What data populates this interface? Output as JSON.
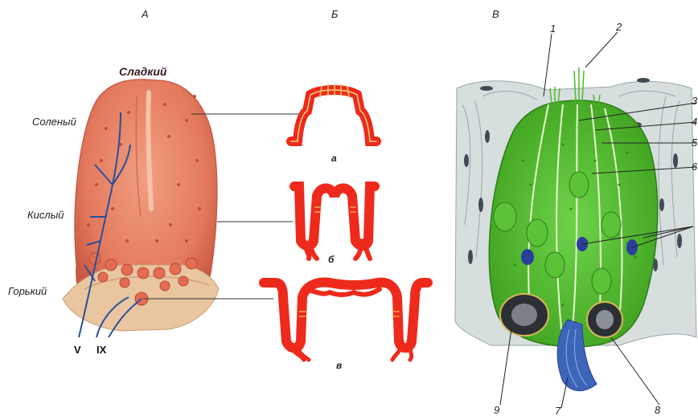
{
  "panels": {
    "a": "А",
    "b": "Б",
    "v": "В"
  },
  "tastes": {
    "sweet": "Сладкий",
    "salty": "Соленый",
    "sour": "Кислый",
    "bitter": "Горький"
  },
  "nerves": {
    "v": "V",
    "ix": "IX"
  },
  "papilla_labels": {
    "a": "а",
    "b": "б",
    "v": "в"
  },
  "bud_numbers": [
    "1",
    "2",
    "3",
    "4",
    "5",
    "6",
    "7",
    "8",
    "9"
  ],
  "colors": {
    "tongue": "#e47a5e",
    "papilla": "#ee2a1c",
    "taste_cells": "#4cbb2a",
    "support_cells": "#cfd8d8",
    "nerve": "#2b4f9a"
  }
}
